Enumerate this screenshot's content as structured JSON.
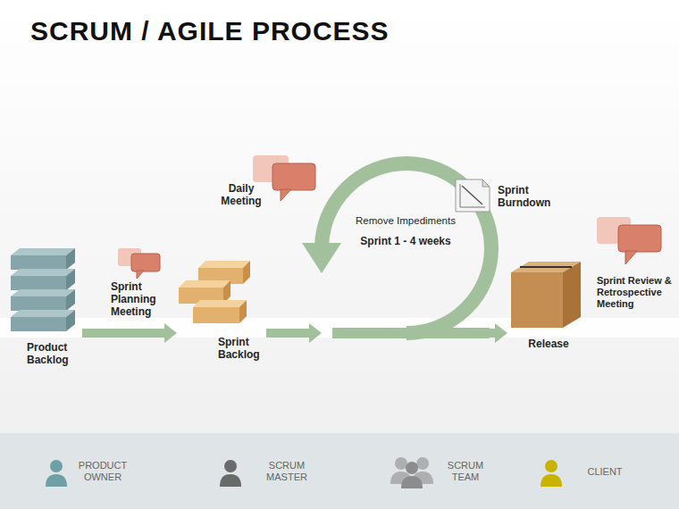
{
  "diagram": {
    "title": "SCRUM / AGILE PROCESS",
    "nodes": [
      {
        "text": [
          "Product Backlog"
        ]
      },
      {
        "text": [
          "Sprint Planning Meeting"
        ]
      },
      {
        "text": [
          "Sprint Backlog"
        ]
      },
      {
        "text": [
          "Daily Meeting"
        ]
      },
      {
        "text": [
          "Remove Impediments",
          "Sprint 1 - 4 weeks"
        ]
      },
      {
        "text": [
          "Sprint Burndown"
        ]
      },
      {
        "text": [
          "Release"
        ]
      },
      {
        "text": [
          "Sprint Review & Retrospective Meeting"
        ]
      }
    ],
    "edges": [
      {
        "from": 0,
        "to": 2,
        "arrow": "to"
      },
      {
        "from": 2,
        "to": 4,
        "arrow": "to"
      },
      {
        "from": 4,
        "to": 6,
        "arrow": "to"
      }
    ],
    "legend": [
      {
        "text": "PRODUCT OWNER",
        "color": "#6fa0a6"
      },
      {
        "text": "SCRUM MASTER",
        "color": "#6a6a6a"
      },
      {
        "text": "SCRUM TEAM",
        "color": "#8c8c8c"
      },
      {
        "text": "CLIENT",
        "color": "#c8b300"
      }
    ]
  }
}
